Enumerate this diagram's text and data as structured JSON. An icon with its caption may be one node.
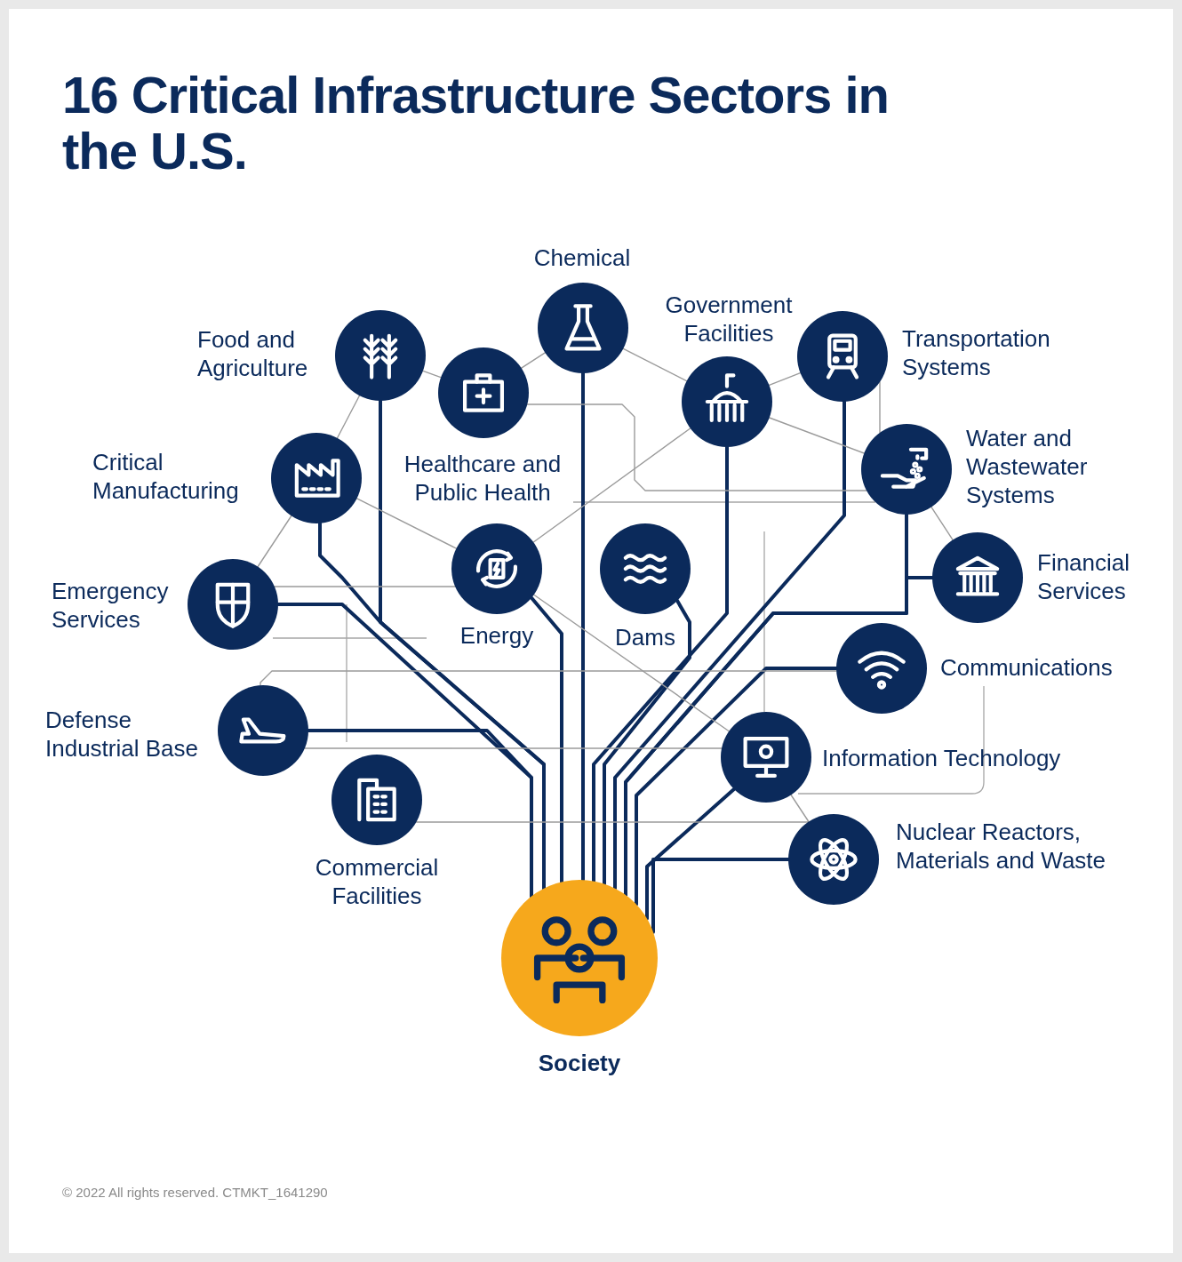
{
  "diagram": {
    "title": "16 Critical Infrastructure Sectors in the U.S.",
    "nodes": [
      {
        "text": [
          "Chemical"
        ]
      },
      {
        "text": [
          "Food and Agriculture"
        ]
      },
      {
        "text": [
          "Healthcare and Public Health"
        ]
      },
      {
        "text": [
          "Government Facilities"
        ]
      },
      {
        "text": [
          "Transportation Systems"
        ]
      },
      {
        "text": [
          "Critical Manufacturing"
        ]
      },
      {
        "text": [
          "Water and Wastewater Systems"
        ]
      },
      {
        "text": [
          "Emergency Services"
        ]
      },
      {
        "text": [
          "Energy"
        ]
      },
      {
        "text": [
          "Dams"
        ]
      },
      {
        "text": [
          "Financial Services"
        ]
      },
      {
        "text": [
          "Communications"
        ]
      },
      {
        "text": [
          "Defense Industrial Base"
        ]
      },
      {
        "text": [
          "Information Technology"
        ]
      },
      {
        "text": [
          "Commercial Facilities"
        ]
      },
      {
        "text": [
          "Nuclear Reactors, Materials and Waste"
        ]
      },
      {
        "text": [
          "Society"
        ]
      }
    ],
    "edges": [
      {
        "from": 1,
        "to": 16,
        "arrow": "none",
        "style": "thick",
        "color": "#0b2a5b"
      },
      {
        "from": 5,
        "to": 16,
        "arrow": "none",
        "style": "thick",
        "color": "#0b2a5b"
      },
      {
        "from": 7,
        "to": 16,
        "arrow": "none",
        "style": "thick",
        "color": "#0b2a5b"
      },
      {
        "from": 12,
        "to": 16,
        "arrow": "none",
        "style": "thick",
        "color": "#0b2a5b"
      },
      {
        "from": 8,
        "to": 16,
        "arrow": "none",
        "style": "thick",
        "color": "#0b2a5b"
      },
      {
        "from": 0,
        "to": 16,
        "arrow": "none",
        "style": "thick",
        "color": "#0b2a5b"
      },
      {
        "from": 3,
        "to": 16,
        "arrow": "none",
        "style": "thick",
        "color": "#0b2a5b"
      },
      {
        "from": 9,
        "to": 16,
        "arrow": "none",
        "style": "thick",
        "color": "#0b2a5b"
      },
      {
        "from": 4,
        "to": 16,
        "arrow": "none",
        "style": "thick",
        "color": "#0b2a5b"
      },
      {
        "from": 6,
        "to": 16,
        "arrow": "none",
        "style": "thick",
        "color": "#0b2a5b"
      },
      {
        "from": 10,
        "to": 16,
        "arrow": "none",
        "style": "thick",
        "color": "#0b2a5b"
      },
      {
        "from": 11,
        "to": 16,
        "arrow": "none",
        "style": "thick",
        "color": "#0b2a5b"
      },
      {
        "from": 13,
        "to": 16,
        "arrow": "none",
        "style": "thick",
        "color": "#0b2a5b"
      },
      {
        "from": 15,
        "to": 16,
        "arrow": "none",
        "style": "thick",
        "color": "#0b2a5b"
      },
      {
        "from": 1,
        "to": 5,
        "arrow": "none"
      },
      {
        "from": 1,
        "to": 2,
        "arrow": "none"
      },
      {
        "from": 2,
        "to": 0,
        "arrow": "none"
      },
      {
        "from": 0,
        "to": 3,
        "arrow": "none"
      },
      {
        "from": 3,
        "to": 4,
        "arrow": "none"
      },
      {
        "from": 3,
        "to": 6,
        "arrow": "none"
      },
      {
        "from": 3,
        "to": 8,
        "arrow": "none"
      },
      {
        "from": 5,
        "to": 7,
        "arrow": "none"
      },
      {
        "from": 5,
        "to": 8,
        "arrow": "none"
      },
      {
        "from": 8,
        "to": 13,
        "arrow": "none"
      },
      {
        "from": 13,
        "to": 15,
        "arrow": "none"
      },
      {
        "from": 6,
        "to": 10,
        "arrow": "none"
      },
      {
        "from": 2,
        "to": 6,
        "arrow": "none"
      },
      {
        "from": 12,
        "to": 11,
        "arrow": "none"
      },
      {
        "from": 14,
        "to": 15,
        "arrow": "none"
      },
      {
        "from": 4,
        "to": 6,
        "arrow": "none"
      },
      {
        "from": 7,
        "to": 8,
        "arrow": "none"
      },
      {
        "from": 12,
        "to": 13,
        "arrow": "none"
      }
    ],
    "labels": [
      "© 2022 All rights reserved. CTMKT_1641290"
    ]
  }
}
